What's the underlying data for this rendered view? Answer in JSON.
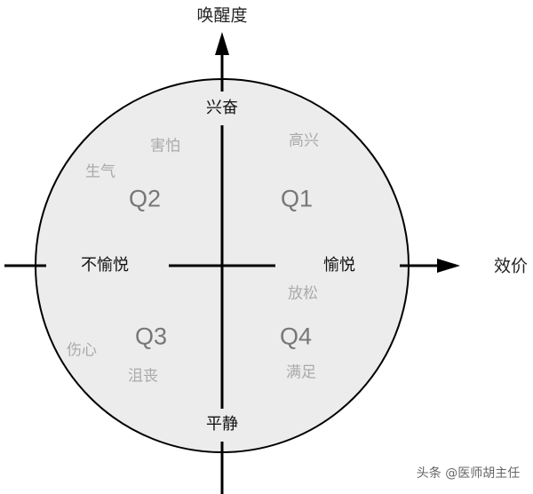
{
  "axes": {
    "vertical_title": "唤醒度",
    "horizontal_title": "效价"
  },
  "poles": {
    "top": "兴奋",
    "bottom": "平静",
    "left": "不愉悦",
    "right": "愉悦"
  },
  "quadrants": [
    "Q1",
    "Q2",
    "Q3",
    "Q4"
  ],
  "emotions": {
    "q1": [
      "高兴"
    ],
    "q2": [
      "害怕",
      "生气"
    ],
    "q3": [
      "伤心",
      "沮丧"
    ],
    "q4": [
      "放松",
      "满足"
    ]
  },
  "watermark": "头条 @医师胡主任",
  "colors": {
    "circle_fill": "#ececec",
    "line": "#000000",
    "quadrant_text": "#777777",
    "emotion_text": "#aaaaaa"
  }
}
